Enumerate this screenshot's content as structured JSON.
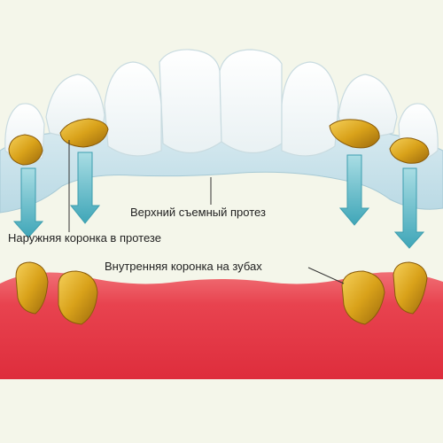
{
  "labels": {
    "upper_prosthesis": "Верхний съемный протез",
    "outer_crown": "Наружняя коронка в протезе",
    "inner_crown": "Внутренняя коронка на зубах"
  },
  "colors": {
    "background": "#f4f6ea",
    "gum": "#e8434f",
    "gold": "#d9a21a",
    "prosthesis_base": "#cfe6ee",
    "tooth": "#ffffff",
    "arrow": "#5fb9c6"
  }
}
